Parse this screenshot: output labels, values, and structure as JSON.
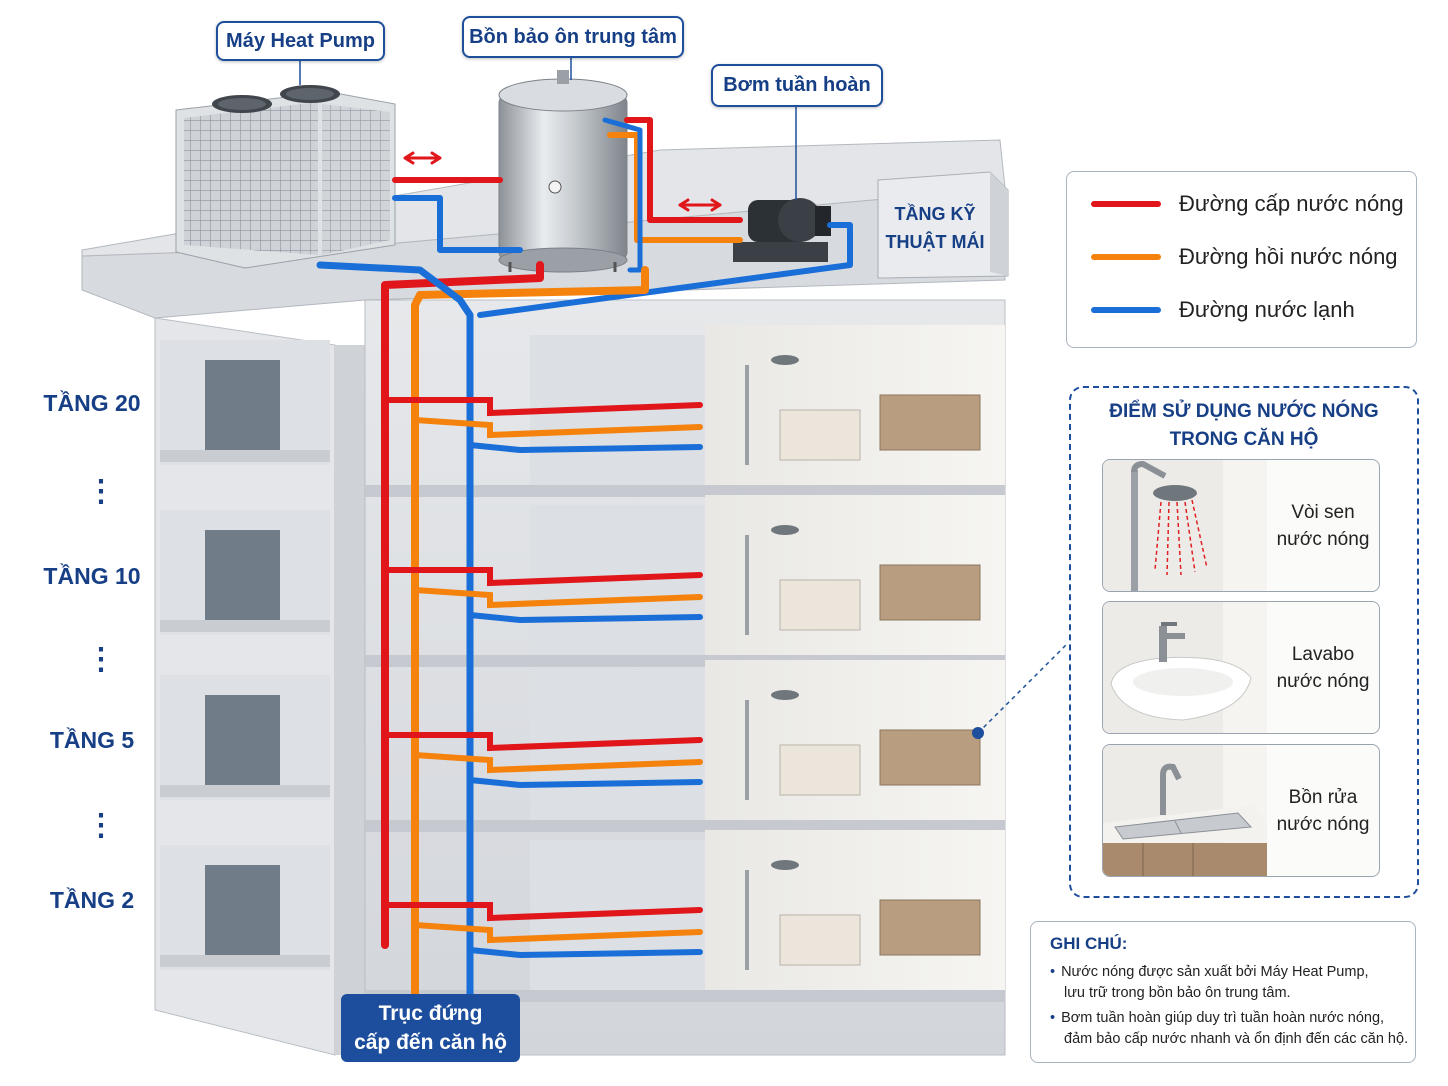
{
  "callouts": {
    "heat_pump": "Máy Heat Pump",
    "storage_tank": "Bồn bảo ôn trung tâm",
    "circ_pump": "Bơm tuần hoàn",
    "tech_room_line1": "TẦNG KỸ",
    "tech_room_line2": "THUẬT MÁI"
  },
  "floors": [
    {
      "label": "TẦNG 20"
    },
    {
      "label": "TẦNG 10"
    },
    {
      "label": "TẦNG 5"
    },
    {
      "label": "TẦNG 2"
    }
  ],
  "legend": {
    "items": [
      {
        "label": "Đường cấp nước nóng",
        "color": "#e0161b"
      },
      {
        "label": "Đường hồi nước nóng",
        "color": "#f5820d"
      },
      {
        "label": "Đường nước lạnh",
        "color": "#1a6ed8"
      }
    ]
  },
  "usage_points": {
    "title_line1": "ĐIỂM SỬ DỤNG NƯỚC NÓNG",
    "title_line2": "TRONG CĂN HỘ",
    "items": [
      {
        "line1": "Vòi sen",
        "line2": "nước nóng",
        "icon": "shower-icon"
      },
      {
        "line1": "Lavabo",
        "line2": "nước nóng",
        "icon": "washbasin-icon"
      },
      {
        "line1": "Bồn rửa",
        "line2": "nước nóng",
        "icon": "kitchen-sink-icon"
      }
    ]
  },
  "notes": {
    "title": "GHI CHÚ:",
    "items": [
      {
        "line1": "Nước nóng được sản xuất bởi Máy Heat Pump,",
        "line2": "lưu trữ trong bồn bảo ôn trung tâm."
      },
      {
        "line1": "Bơm tuần hoàn giúp duy trì tuần hoàn nước nóng,",
        "line2": "đảm bảo cấp nước nhanh và ổn định đến các căn hộ."
      }
    ]
  },
  "riser": {
    "line1": "Trục đứng",
    "line2": "cấp đến căn hộ"
  },
  "colors": {
    "hot_supply": "#e0161b",
    "hot_return": "#f5820d",
    "cold": "#1a6ed8",
    "brand_navy": "#173f86"
  }
}
